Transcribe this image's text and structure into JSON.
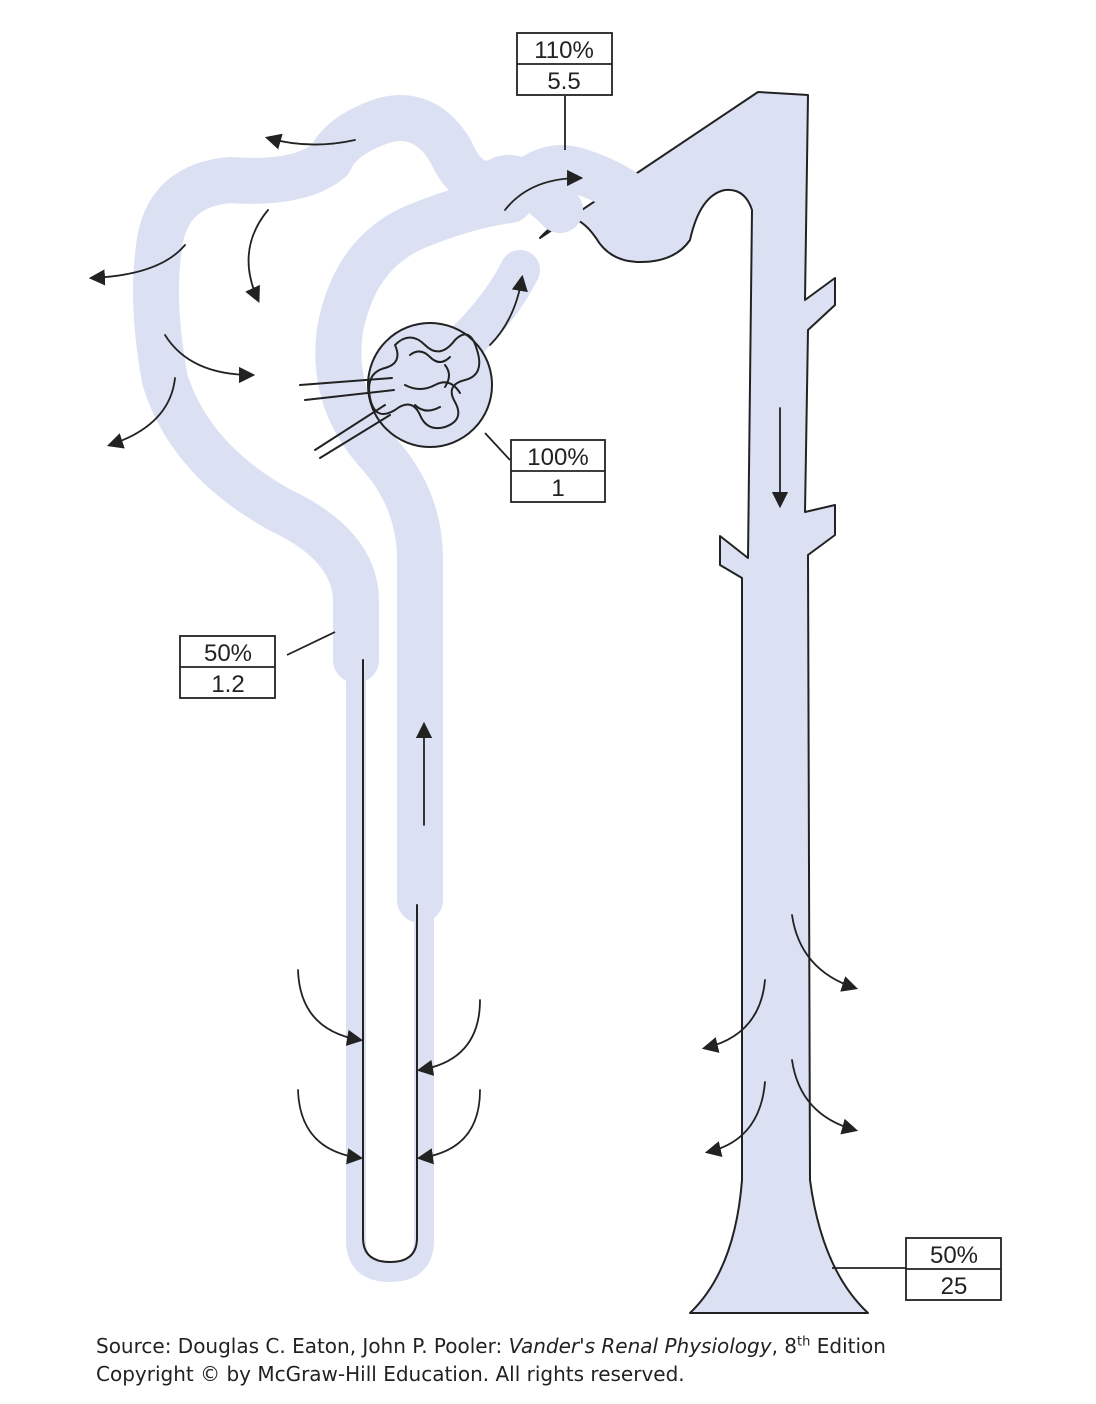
{
  "labels": {
    "distal": {
      "percent": "110%",
      "value": "5.5"
    },
    "bowman": {
      "percent": "100%",
      "value": "1"
    },
    "proximal_end": {
      "percent": "50%",
      "value": "1.2"
    },
    "collecting_duct": {
      "percent": "50%",
      "value": "25"
    }
  },
  "caption": {
    "source_prefix": "Source: Douglas C. Eaton, John P. Pooler: ",
    "book_title": "Vander's Renal Physiology",
    "edition_num": ", 8",
    "edition_sup": "th",
    "edition_word": " Edition",
    "copyright": "Copyright © by McGraw-Hill Education. All rights reserved."
  },
  "colors": {
    "tubule_fill": "#dbe1f3",
    "outline": "#222222"
  }
}
